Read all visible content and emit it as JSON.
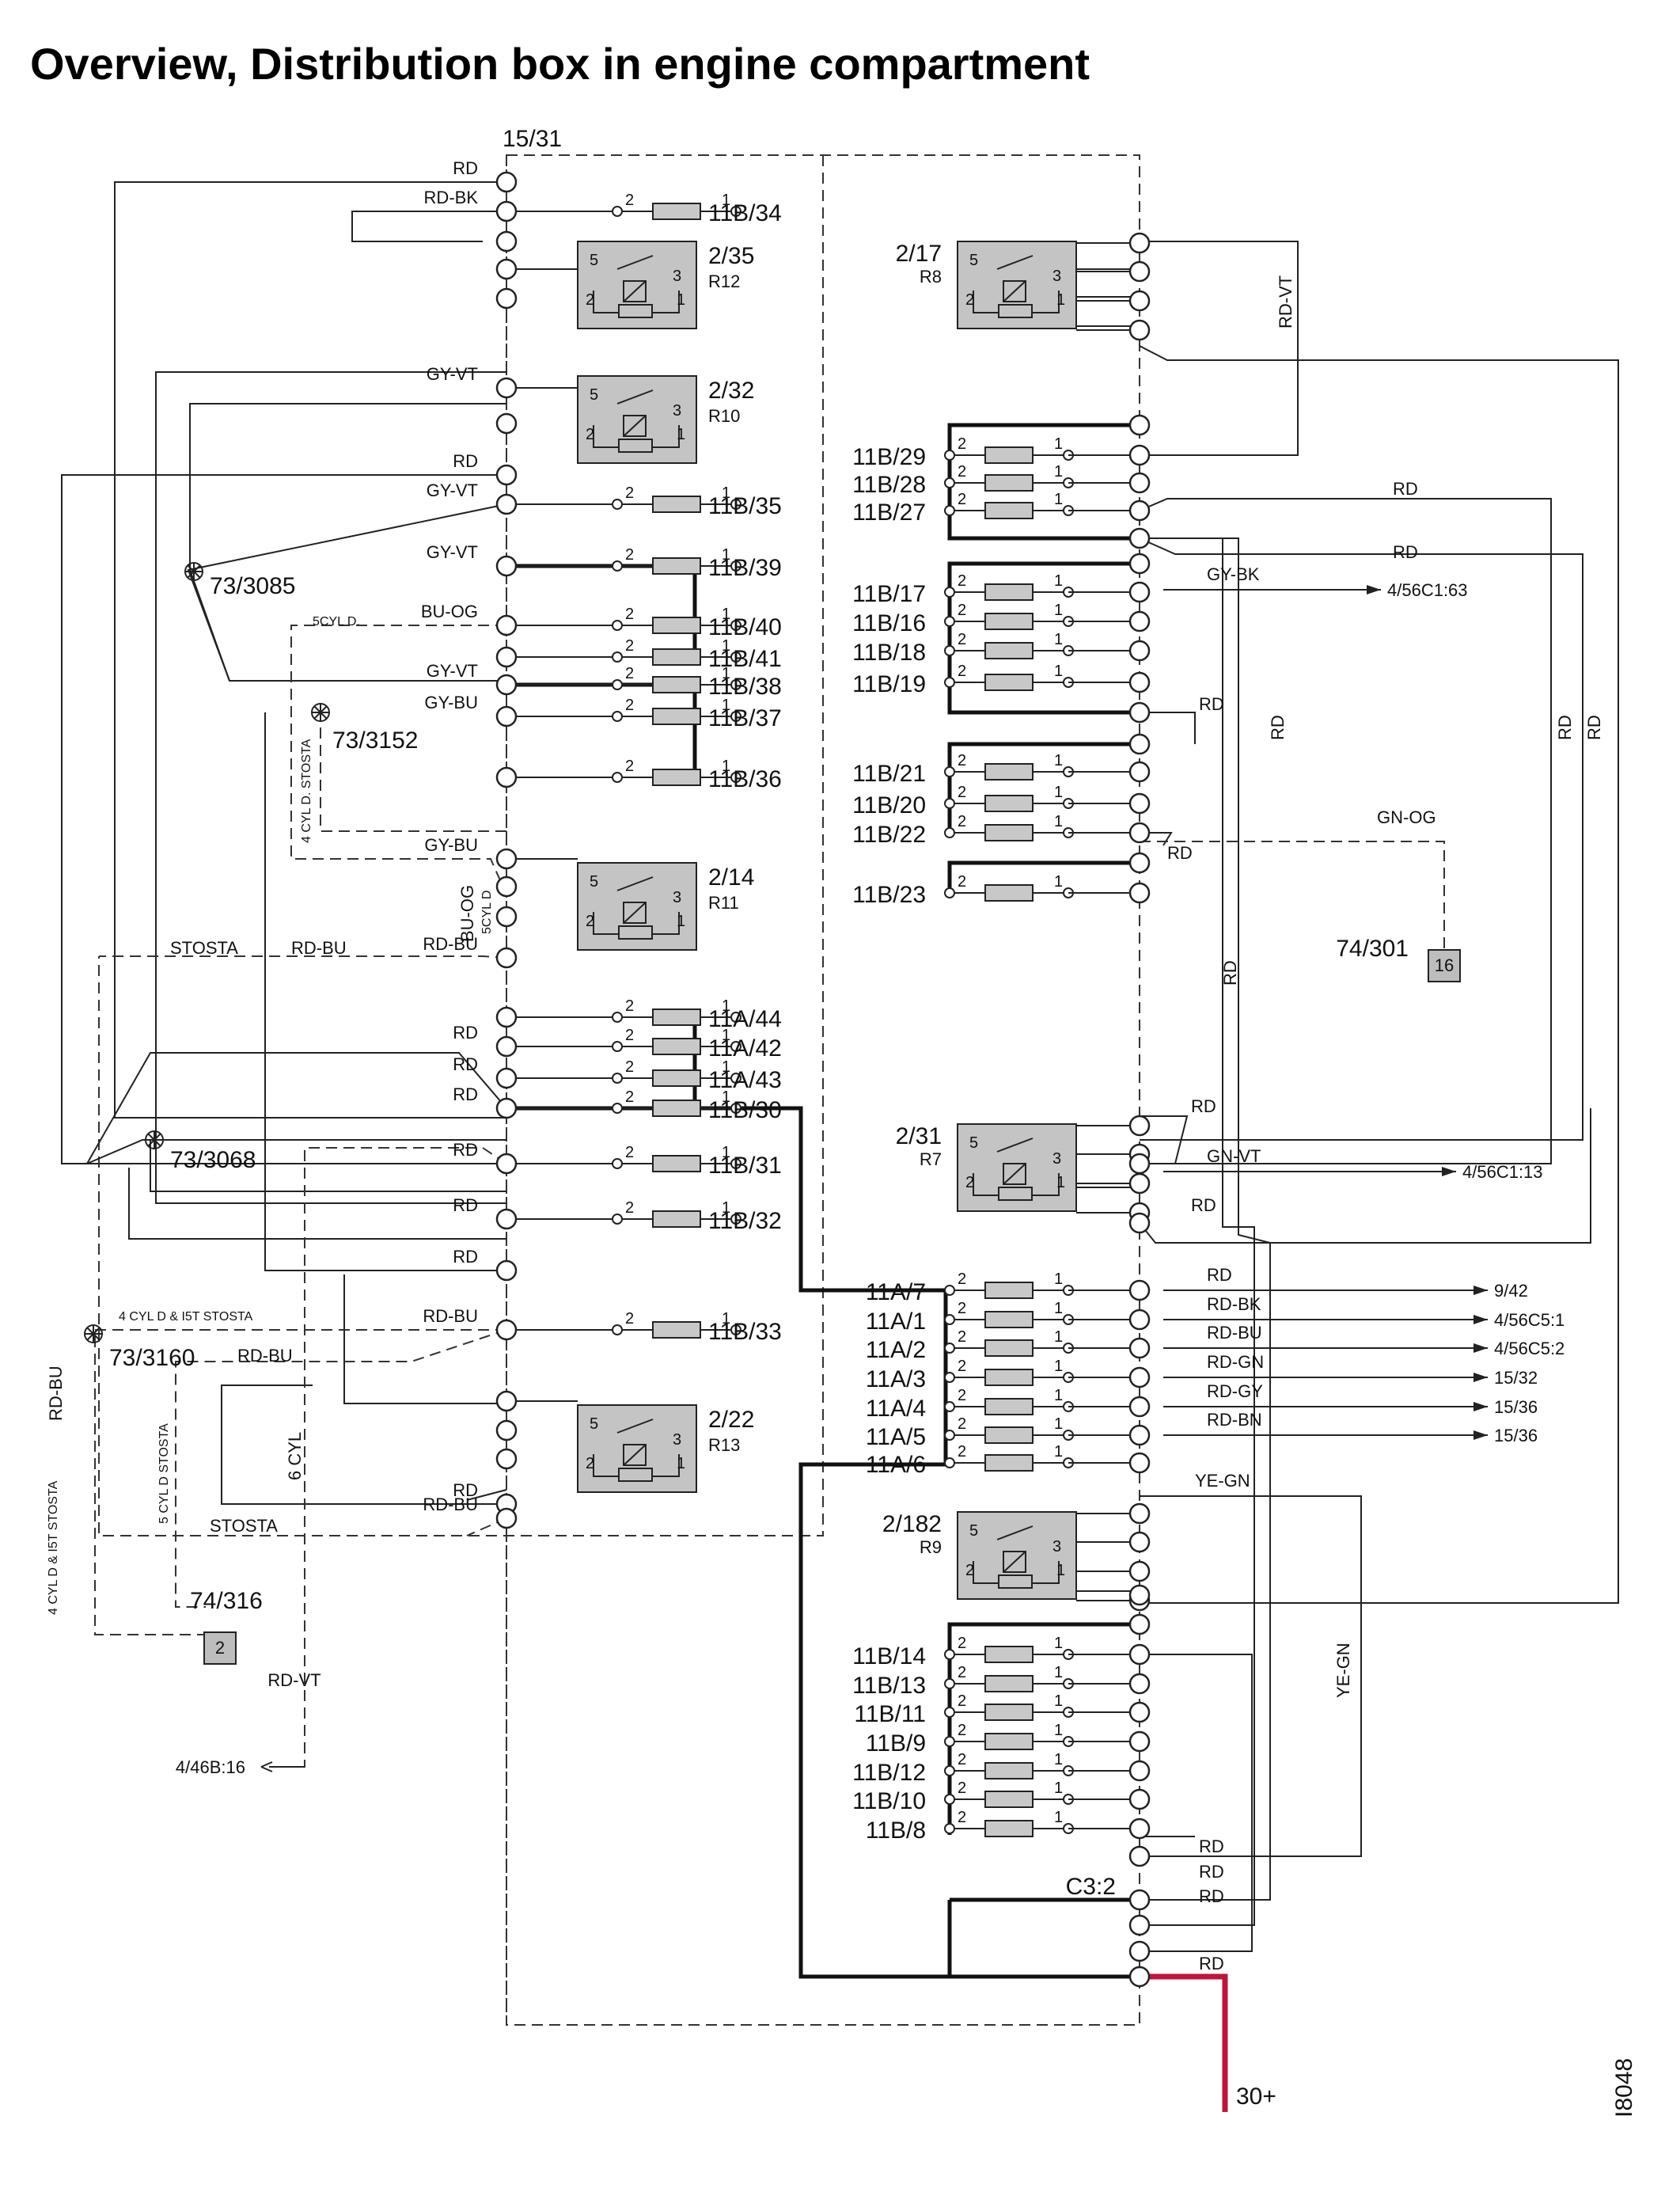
{
  "title": "Overview, Distribution box in engine compartment",
  "drawing_number": "I8048",
  "box_label": "15/31",
  "supply_label": "30+",
  "colors": {
    "supply_wire": "#c0143c",
    "component_fill": "#c4c4c4"
  },
  "left_column": [
    {
      "wire": "RD",
      "id": ""
    },
    {
      "wire": "RD-BK",
      "id": "11B/34"
    },
    {
      "wire": "",
      "id": "2/35",
      "sub": "R12"
    },
    {
      "wire": "GY-VT",
      "id": "2/32",
      "sub": "R10"
    },
    {
      "wire": "RD",
      "id": ""
    },
    {
      "wire": "GY-VT",
      "id": "11B/35"
    },
    {
      "wire": "GY-VT",
      "id": "11B/39"
    },
    {
      "wire": "BU-OG",
      "id": "11B/40"
    },
    {
      "wire": "",
      "id": "11B/41"
    },
    {
      "wire": "GY-VT",
      "id": "11B/38"
    },
    {
      "wire": "GY-BU",
      "id": "11B/37"
    },
    {
      "wire": "",
      "id": "11B/36"
    },
    {
      "wire": "GY-BU",
      "id": "2/14",
      "sub": "R11"
    },
    {
      "wire": "RD-BU",
      "id": ""
    },
    {
      "wire": "",
      "id": "11A/44"
    },
    {
      "wire": "RD",
      "id": "11A/42"
    },
    {
      "wire": "RD",
      "id": "11A/43"
    },
    {
      "wire": "RD",
      "id": "11B/30"
    },
    {
      "wire": "RD",
      "id": "11B/31"
    },
    {
      "wire": "RD",
      "id": "11B/32"
    },
    {
      "wire": "RD",
      "id": ""
    },
    {
      "wire": "RD-BU",
      "id": "11B/33"
    },
    {
      "wire": "",
      "id": "2/22",
      "sub": "R13"
    },
    {
      "wire": "RD",
      "id": ""
    },
    {
      "wire": "RD-BU",
      "id": ""
    }
  ],
  "right_fuses_top": [
    "11B/29",
    "11B/28",
    "11B/27",
    "11B/17",
    "11B/16",
    "11B/18",
    "11B/19",
    "11B/21",
    "11B/20",
    "11B/22",
    "11B/23"
  ],
  "right_fuses_mid": [
    "11A/7",
    "11A/1",
    "11A/2",
    "11A/3",
    "11A/4",
    "11A/5",
    "11A/6"
  ],
  "right_fuses_bottom": [
    "11B/14",
    "11B/13",
    "11B/11",
    "11B/9",
    "11B/12",
    "11B/10",
    "11B/8"
  ],
  "right_relays": [
    {
      "id": "2/17",
      "sub": "R8"
    },
    {
      "id": "2/31",
      "sub": "R7"
    },
    {
      "id": "2/182",
      "sub": "R9"
    }
  ],
  "splices": [
    "73/3085",
    "73/3152",
    "73/3068",
    "73/3160"
  ],
  "connectors": [
    {
      "id": "74/301",
      "pin": "16"
    },
    {
      "id": "74/316",
      "pin": "2"
    }
  ],
  "outputs": [
    {
      "wire": "GY-BK",
      "dest": "4/56C1:63"
    },
    {
      "wire": "GN-VT",
      "dest": "4/56C1:13"
    },
    {
      "wire": "RD",
      "dest": "9/42"
    },
    {
      "wire": "RD-BK",
      "dest": "4/56C5:1"
    },
    {
      "wire": "RD-BU",
      "dest": "4/56C5:2"
    },
    {
      "wire": "RD-GN",
      "dest": "15/32"
    },
    {
      "wire": "RD-GY",
      "dest": "15/36"
    },
    {
      "wire": "RD-BN",
      "dest": "15/36"
    },
    {
      "wire": "RD-VT",
      "dest": "4/46B:16"
    }
  ],
  "misc_labels": {
    "gn_og": "GN-OG",
    "ye_gn": "YE-GN",
    "rd_vt": "RD-VT",
    "rd": "RD",
    "c3_2": "C3:2",
    "stosta": "STOSTA",
    "rd_bu": "RD-BU",
    "bu_og": "BU-OG",
    "cyl5d": "5CYL D.",
    "cyl4d_stosta": "4 CYL D. STOSTA",
    "cyl6": "6 CYL",
    "cyl5d_stosta": "5 CYL D STOSTA",
    "cyl4d_5t_stosta": "4 CYL D & I5T STOSTA",
    "cyl5d_short": "5CYL D"
  }
}
